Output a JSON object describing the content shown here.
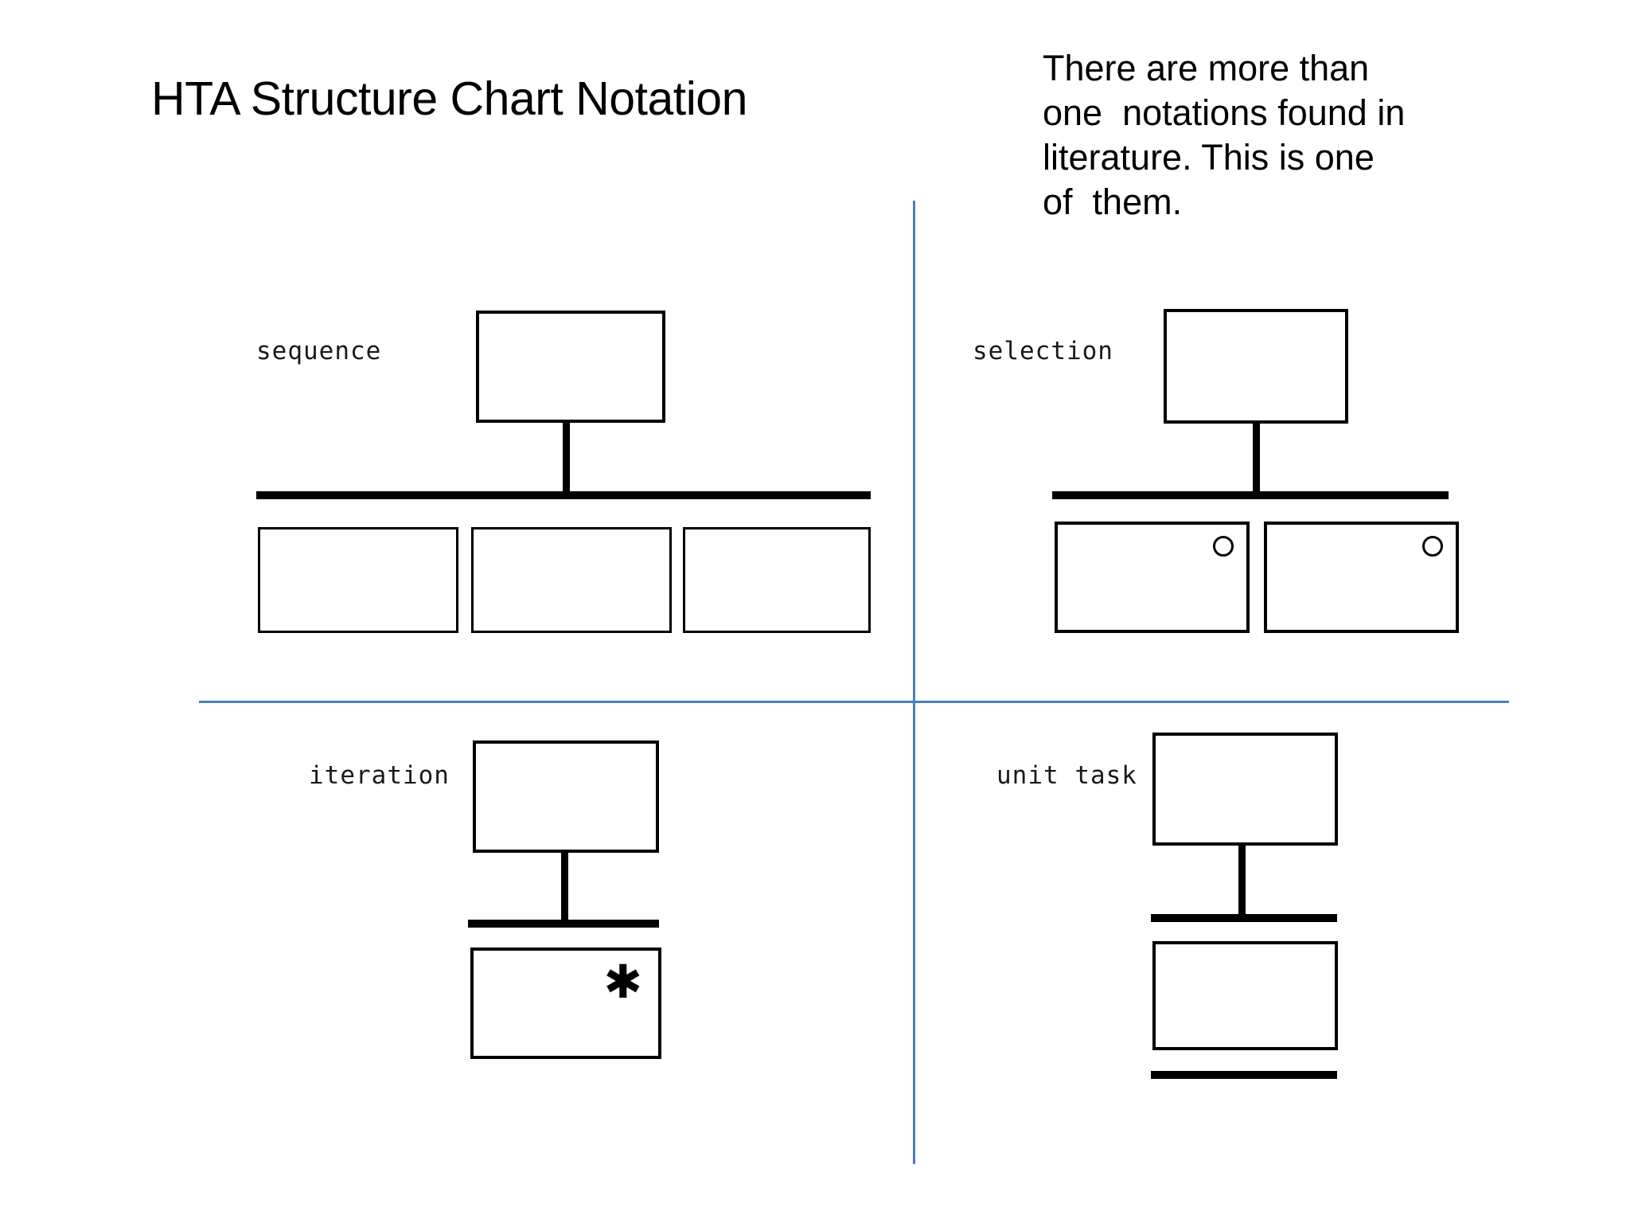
{
  "slide": {
    "title": "HTA Structure Chart Notation",
    "background_color": "#ffffff",
    "divider_color": "#4a7ec0",
    "stroke_color": "#000000"
  },
  "note": {
    "lines": [
      "There are more than",
      "one  notations found in",
      "literature. This is one",
      "of  them."
    ],
    "full_text": "There are more than one  notations found in literature. This is one of  them."
  },
  "quadrants": {
    "sequence": {
      "label": "sequence",
      "parent_boxes": 1,
      "child_boxes": 3,
      "markers": [],
      "has_trailing_bar": false
    },
    "selection": {
      "label": "selection",
      "parent_boxes": 1,
      "child_boxes": 2,
      "markers": [
        "circle",
        "circle"
      ],
      "has_trailing_bar": false
    },
    "iteration": {
      "label": "iteration",
      "parent_boxes": 1,
      "child_boxes": 1,
      "markers": [
        "asterisk"
      ],
      "asterisk_glyph": "✱",
      "has_trailing_bar": false
    },
    "unit_task": {
      "label": "unit task",
      "parent_boxes": 1,
      "child_boxes": 1,
      "markers": [],
      "has_trailing_bar": true
    }
  },
  "chart_data": {
    "type": "diagram",
    "title": "HTA Structure Chart Notation",
    "notation_items": [
      {
        "name": "sequence",
        "parent": 1,
        "children": 3,
        "child_markers": [
          null,
          null,
          null
        ]
      },
      {
        "name": "selection",
        "parent": 1,
        "children": 2,
        "child_markers": [
          "circle",
          "circle"
        ]
      },
      {
        "name": "iteration",
        "parent": 1,
        "children": 1,
        "child_markers": [
          "asterisk"
        ]
      },
      {
        "name": "unit task",
        "parent": 1,
        "children": 1,
        "child_markers": [
          null
        ],
        "underline_bar": true
      }
    ]
  }
}
